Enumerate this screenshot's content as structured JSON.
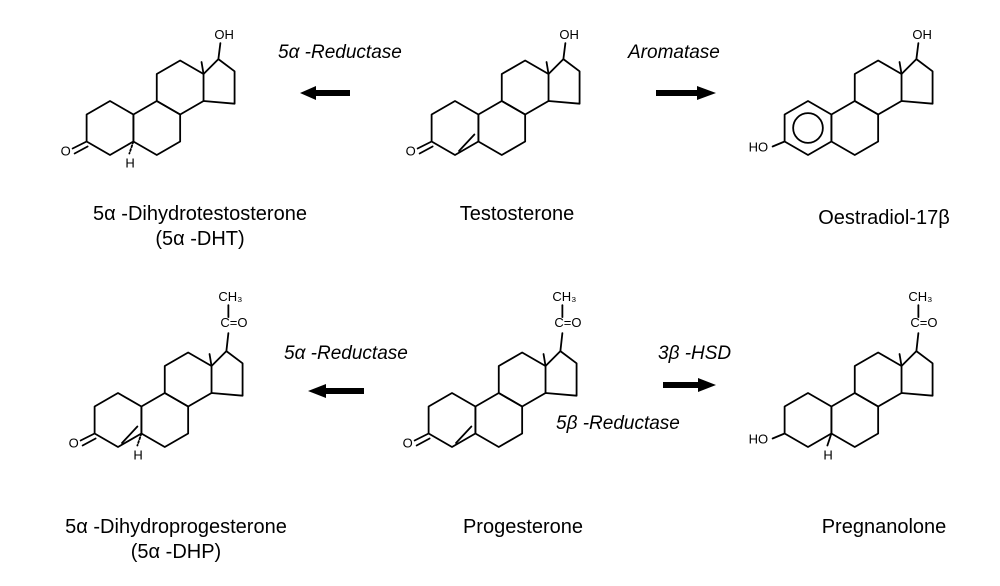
{
  "compounds": {
    "dht": {
      "name": "5α -Dihydrotestosterone",
      "abbr": "(5α -DHT)"
    },
    "testosterone": {
      "name": "Testosterone"
    },
    "oestradiol": {
      "name": "Oestradiol-17β"
    },
    "dhp": {
      "name": "5α -Dihydroprogesterone",
      "abbr": "(5α -DHP)"
    },
    "progesterone": {
      "name": "Progesterone"
    },
    "pregnanolone": {
      "name": "Pregnanolone"
    }
  },
  "enzymes": {
    "reductase_top": "5α -Reductase",
    "aromatase": "Aromatase",
    "reductase_bottom": "5α -Reductase",
    "hsd": "3β -HSD",
    "reductase_5beta": "5β -Reductase"
  },
  "atoms": {
    "oh": "OH",
    "ho": "HO",
    "o": "O",
    "h": "H",
    "ch3": "CH₃",
    "carbonyl": "C=O"
  }
}
